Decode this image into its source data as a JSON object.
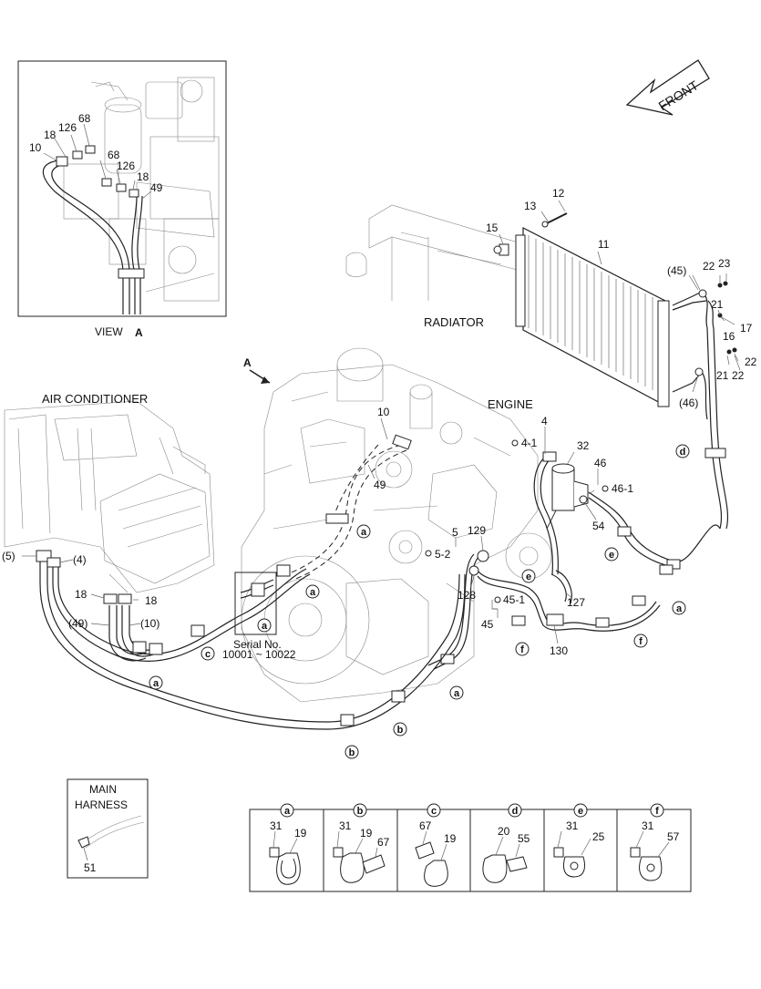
{
  "view_a": {
    "caption": "VIEW",
    "caption_letter": "A",
    "labels": [
      "10",
      "18",
      "126",
      "68",
      "68",
      "126",
      "18",
      "49"
    ]
  },
  "headings": {
    "front": "FRONT",
    "radiator": "RADIATOR",
    "air_conditioner": "AIR CONDITIONER",
    "engine": "ENGINE",
    "main_harness": "MAIN\nHARNESS",
    "main_harness_line1": "MAIN",
    "main_harness_line2": "HARNESS",
    "serial_line1": "Serial No.",
    "serial_line2": "10001 ~ 10022",
    "view_arrow": "A"
  },
  "part_labels": {
    "p12": "12",
    "p13": "13",
    "p15": "15",
    "p11": "11",
    "p45p": "(45)",
    "p22a": "22",
    "p23": "23",
    "p21a": "21",
    "p16": "16",
    "p17": "17",
    "p22b": "22",
    "p21b": "21",
    "p22c": "22",
    "p46p": "(46)",
    "p10": "10",
    "p49": "49",
    "p4_1": "4-1",
    "p4": "4",
    "p32": "32",
    "p46": "46",
    "p46_1": "46-1",
    "p54": "54",
    "p5": "5",
    "p129": "129",
    "p5_2": "5-2",
    "p128": "128",
    "p45_1": "45-1",
    "p45": "45",
    "p127": "127",
    "p130": "130",
    "p5p": "(5)",
    "p4p": "(4)",
    "p18a": "18",
    "p18b": "18",
    "p49p": "(49)",
    "p10p": "(10)",
    "p51": "51"
  },
  "callouts": [
    "a",
    "b",
    "c",
    "d",
    "e",
    "f"
  ],
  "legend": [
    {
      "key": "a",
      "parts": [
        "31",
        "19"
      ]
    },
    {
      "key": "b",
      "parts": [
        "31",
        "19",
        "67"
      ]
    },
    {
      "key": "c",
      "parts": [
        "67",
        "19"
      ]
    },
    {
      "key": "d",
      "parts": [
        "20",
        "55"
      ]
    },
    {
      "key": "e",
      "parts": [
        "31",
        "25"
      ]
    },
    {
      "key": "f",
      "parts": [
        "31",
        "57"
      ]
    }
  ]
}
